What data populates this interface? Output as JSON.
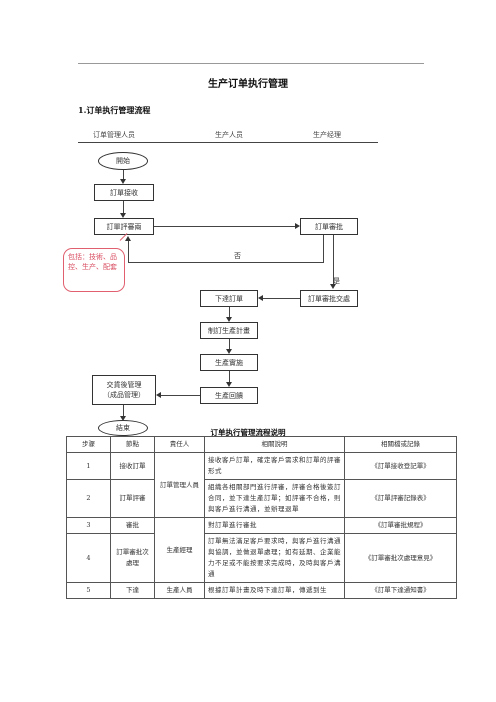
{
  "doc_title": "生产订单执行管理",
  "section_title": "1.订单执行管理流程",
  "roles": [
    "订单管理人员",
    "生产人员",
    "生产经理"
  ],
  "flow": {
    "start": "開始",
    "order_receive": "訂單接收",
    "order_review": "訂單評審兩",
    "order_approve": "訂單審批",
    "issue_order": "下達訂單",
    "approve_fail_note": "訂單審批交處",
    "make_plan": "制訂生產計畫",
    "production": "生產實施",
    "production_reply": "生產回饋",
    "after_delivery_line1": "交貨後管理",
    "after_delivery_line2": "（成品管理）",
    "end": "結束",
    "no_label": "否",
    "yes_label": "是",
    "note": "包括：技術、品控、生产、配套"
  },
  "table": {
    "title": "订单执行管理流程说明",
    "headers": [
      "步骤",
      "節點",
      "責任人",
      "相關說明",
      "相關檔或記錄"
    ],
    "rows": [
      {
        "step": "1",
        "node": "接收訂單",
        "owner": "訂單管理人員",
        "desc": "接收客戶訂單，確定客戶需求和訂單的評審形式",
        "record": "《訂單接收登記單》"
      },
      {
        "step": "2",
        "node": "訂單評審",
        "owner": "",
        "desc": "組織各相關部門進行評審，評審合格後簽訂合同，並下達生產訂單；如評審不合格，則與客戶進行溝通，並辦理退單",
        "record": "《訂單評審記錄表》"
      },
      {
        "step": "3",
        "node": "審批",
        "owner": "生產經理",
        "desc": "對訂單進行審批",
        "record": "《訂單審批規程》"
      },
      {
        "step": "4",
        "node": "訂單審批次處理",
        "owner": "",
        "desc": "訂單無法滿足客戶要求時，與客戶進行溝通與協調，並做退單處理；如有延期、企業能力不足或不能按要求完成時，及時與客戶溝通",
        "record": "《訂單審批次處理意見》"
      },
      {
        "step": "5",
        "node": "下達",
        "owner": "生產人員",
        "desc": "根據訂單計畫及時下達訂單，傳遞到生",
        "record": "《訂單下達通知書》"
      }
    ]
  }
}
